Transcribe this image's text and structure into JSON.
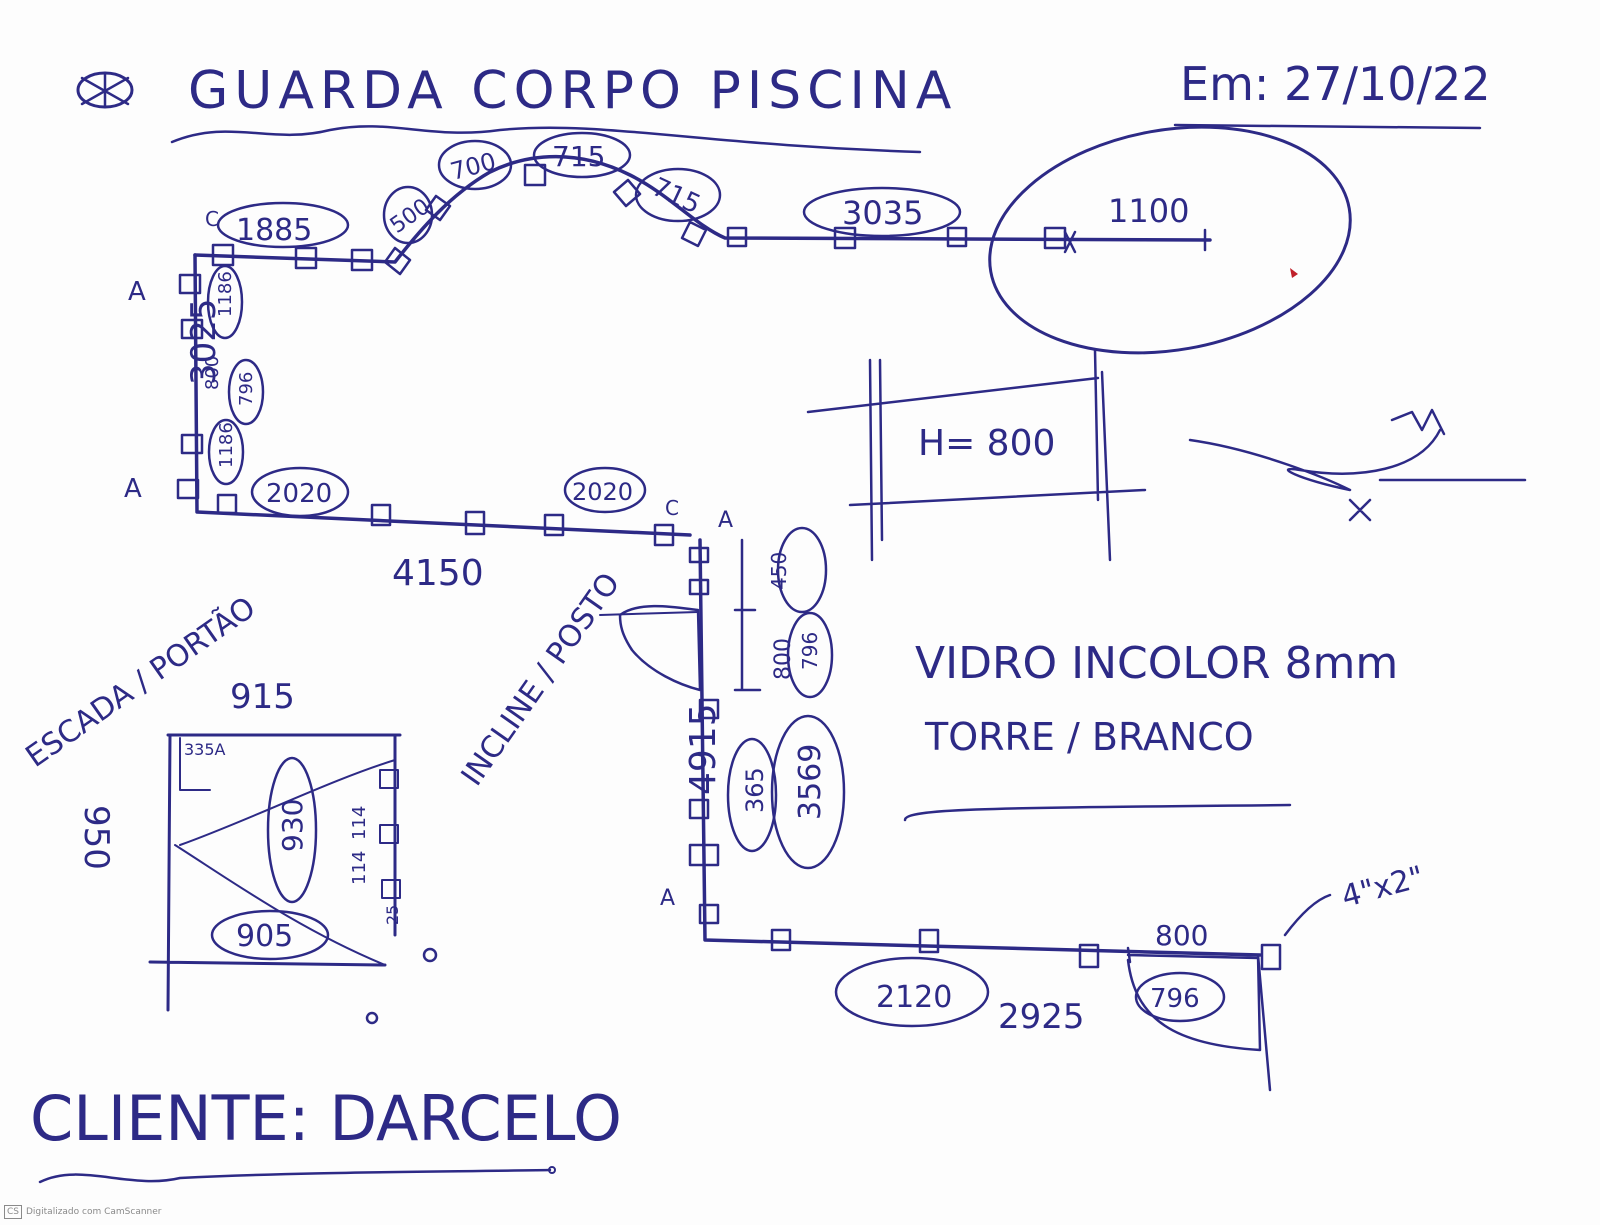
{
  "header": {
    "title": "GUARDA CORPO PISCINA",
    "date": "Em: 27/10/22"
  },
  "dimensions": {
    "top_1885": "1885",
    "top_500": "500",
    "top_700": "700",
    "top_715a": "715",
    "top_715b": "715",
    "top_3035": "3035",
    "top_1100": "1100",
    "left_3025": "3025",
    "left_1186a": "1186",
    "left_800": "800",
    "left_796": "796",
    "left_1186b": "1186",
    "left_2020a": "2020",
    "mid_2020b": "2020",
    "mid_4150": "4150",
    "right_450": "450",
    "right_800": "800",
    "right_796": "796",
    "right_4915": "4915",
    "right_3569": "3569",
    "right_365": "365",
    "bottom_2120": "2120",
    "bottom_2925": "2925",
    "bottom_800": "800",
    "bottom_796": "796",
    "height_label": "H= 800",
    "box_915": "915",
    "box_950": "950",
    "box_335a": "335A",
    "box_930": "930",
    "box_905": "905",
    "box_114a": "114",
    "box_114b": "114",
    "box_25": "25",
    "tube_size": "4\"x2\""
  },
  "markers": {
    "a1": "A",
    "a2": "A",
    "a3": "A",
    "a4": "A",
    "c1": "C",
    "c2": "C"
  },
  "notes": {
    "glass": "VIDRO INCOLOR 8mm",
    "tower": "TORRE / BRANCO",
    "stair_gate": "ESCADA / PORTÃO",
    "incline": "INCLINE / POSTO",
    "client": "CLIENTE: DARCELO"
  },
  "footer": {
    "badge": "CS",
    "scanner": "Digitalizado com CamScanner"
  },
  "colors": {
    "ink": "#2d2a86",
    "accent_red": "#c0202a"
  }
}
